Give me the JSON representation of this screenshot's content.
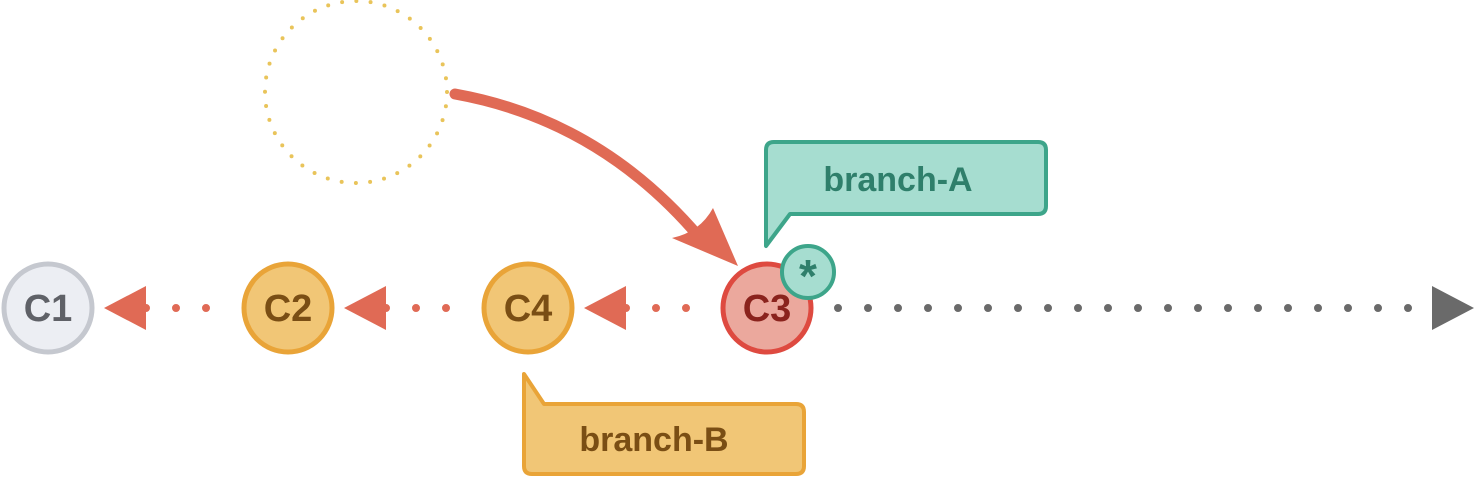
{
  "commits": [
    {
      "id": "c1",
      "label": "C1",
      "fill": "#eceef3",
      "stroke": "#c5c8cf",
      "text": "#5f6167"
    },
    {
      "id": "c2",
      "label": "C2",
      "fill": "#f1c676",
      "stroke": "#e9a438",
      "text": "#7a4e14"
    },
    {
      "id": "c4",
      "label": "C4",
      "fill": "#f1c676",
      "stroke": "#e9a438",
      "text": "#7a4e14"
    },
    {
      "id": "c3",
      "label": "C3",
      "fill": "#eba89d",
      "stroke": "#de4a40",
      "text": "#8a231d"
    }
  ],
  "branches": [
    {
      "id": "branch-a",
      "label": "branch-A",
      "fill": "#a6ddd0",
      "stroke": "#3da58a",
      "text": "#2f7f6b"
    },
    {
      "id": "branch-b",
      "label": "branch-B",
      "fill": "#f1c676",
      "stroke": "#e9a438",
      "text": "#7a4e14"
    }
  ],
  "head_marker": {
    "label": "*",
    "fill": "#a6ddd0",
    "stroke": "#3da58a",
    "text": "#2f7f6b"
  },
  "colors": {
    "parent_link": "#e06a55",
    "future_line": "#6a6a6a",
    "ghost_commit": "#e9c45a",
    "move_arrow": "#e06a55"
  }
}
